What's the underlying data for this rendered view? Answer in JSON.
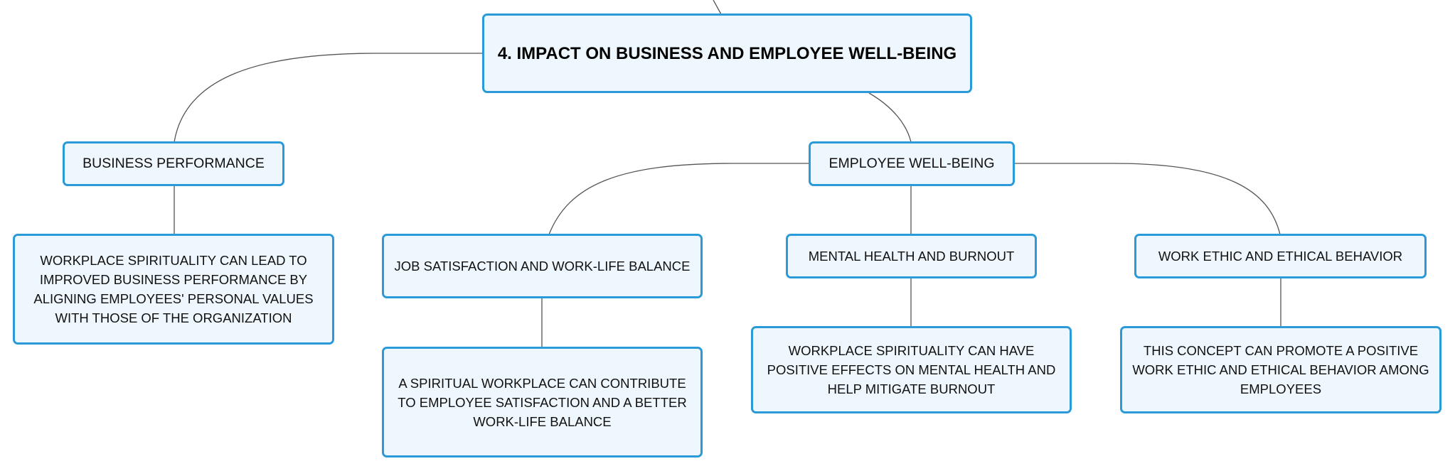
{
  "colors": {
    "node_fill": "#eef7fd",
    "node_border": "#2b9ad8",
    "connector": "#555555"
  },
  "root": {
    "label": "4. IMPACT ON BUSINESS AND EMPLOYEE WELL-BEING"
  },
  "business_performance": {
    "label": "BUSINESS PERFORMANCE",
    "detail": "WORKPLACE SPIRITUALITY CAN LEAD TO IMPROVED BUSINESS PERFORMANCE BY ALIGNING EMPLOYEES' PERSONAL VALUES WITH THOSE OF THE ORGANIZATION"
  },
  "employee_well_being": {
    "label": "EMPLOYEE WELL-BEING",
    "job_satisfaction": {
      "label": "JOB SATISFACTION AND WORK-LIFE BALANCE",
      "detail": "A SPIRITUAL WORKPLACE CAN CONTRIBUTE TO EMPLOYEE SATISFACTION AND A BETTER WORK-LIFE BALANCE"
    },
    "mental_health": {
      "label": "MENTAL HEALTH AND BURNOUT",
      "detail": "WORKPLACE SPIRITUALITY CAN HAVE POSITIVE EFFECTS ON MENTAL HEALTH AND HELP MITIGATE BURNOUT"
    },
    "work_ethic": {
      "label": "WORK ETHIC AND ETHICAL BEHAVIOR",
      "detail": "THIS CONCEPT CAN PROMOTE A POSITIVE WORK ETHIC AND ETHICAL BEHAVIOR AMONG EMPLOYEES"
    }
  }
}
